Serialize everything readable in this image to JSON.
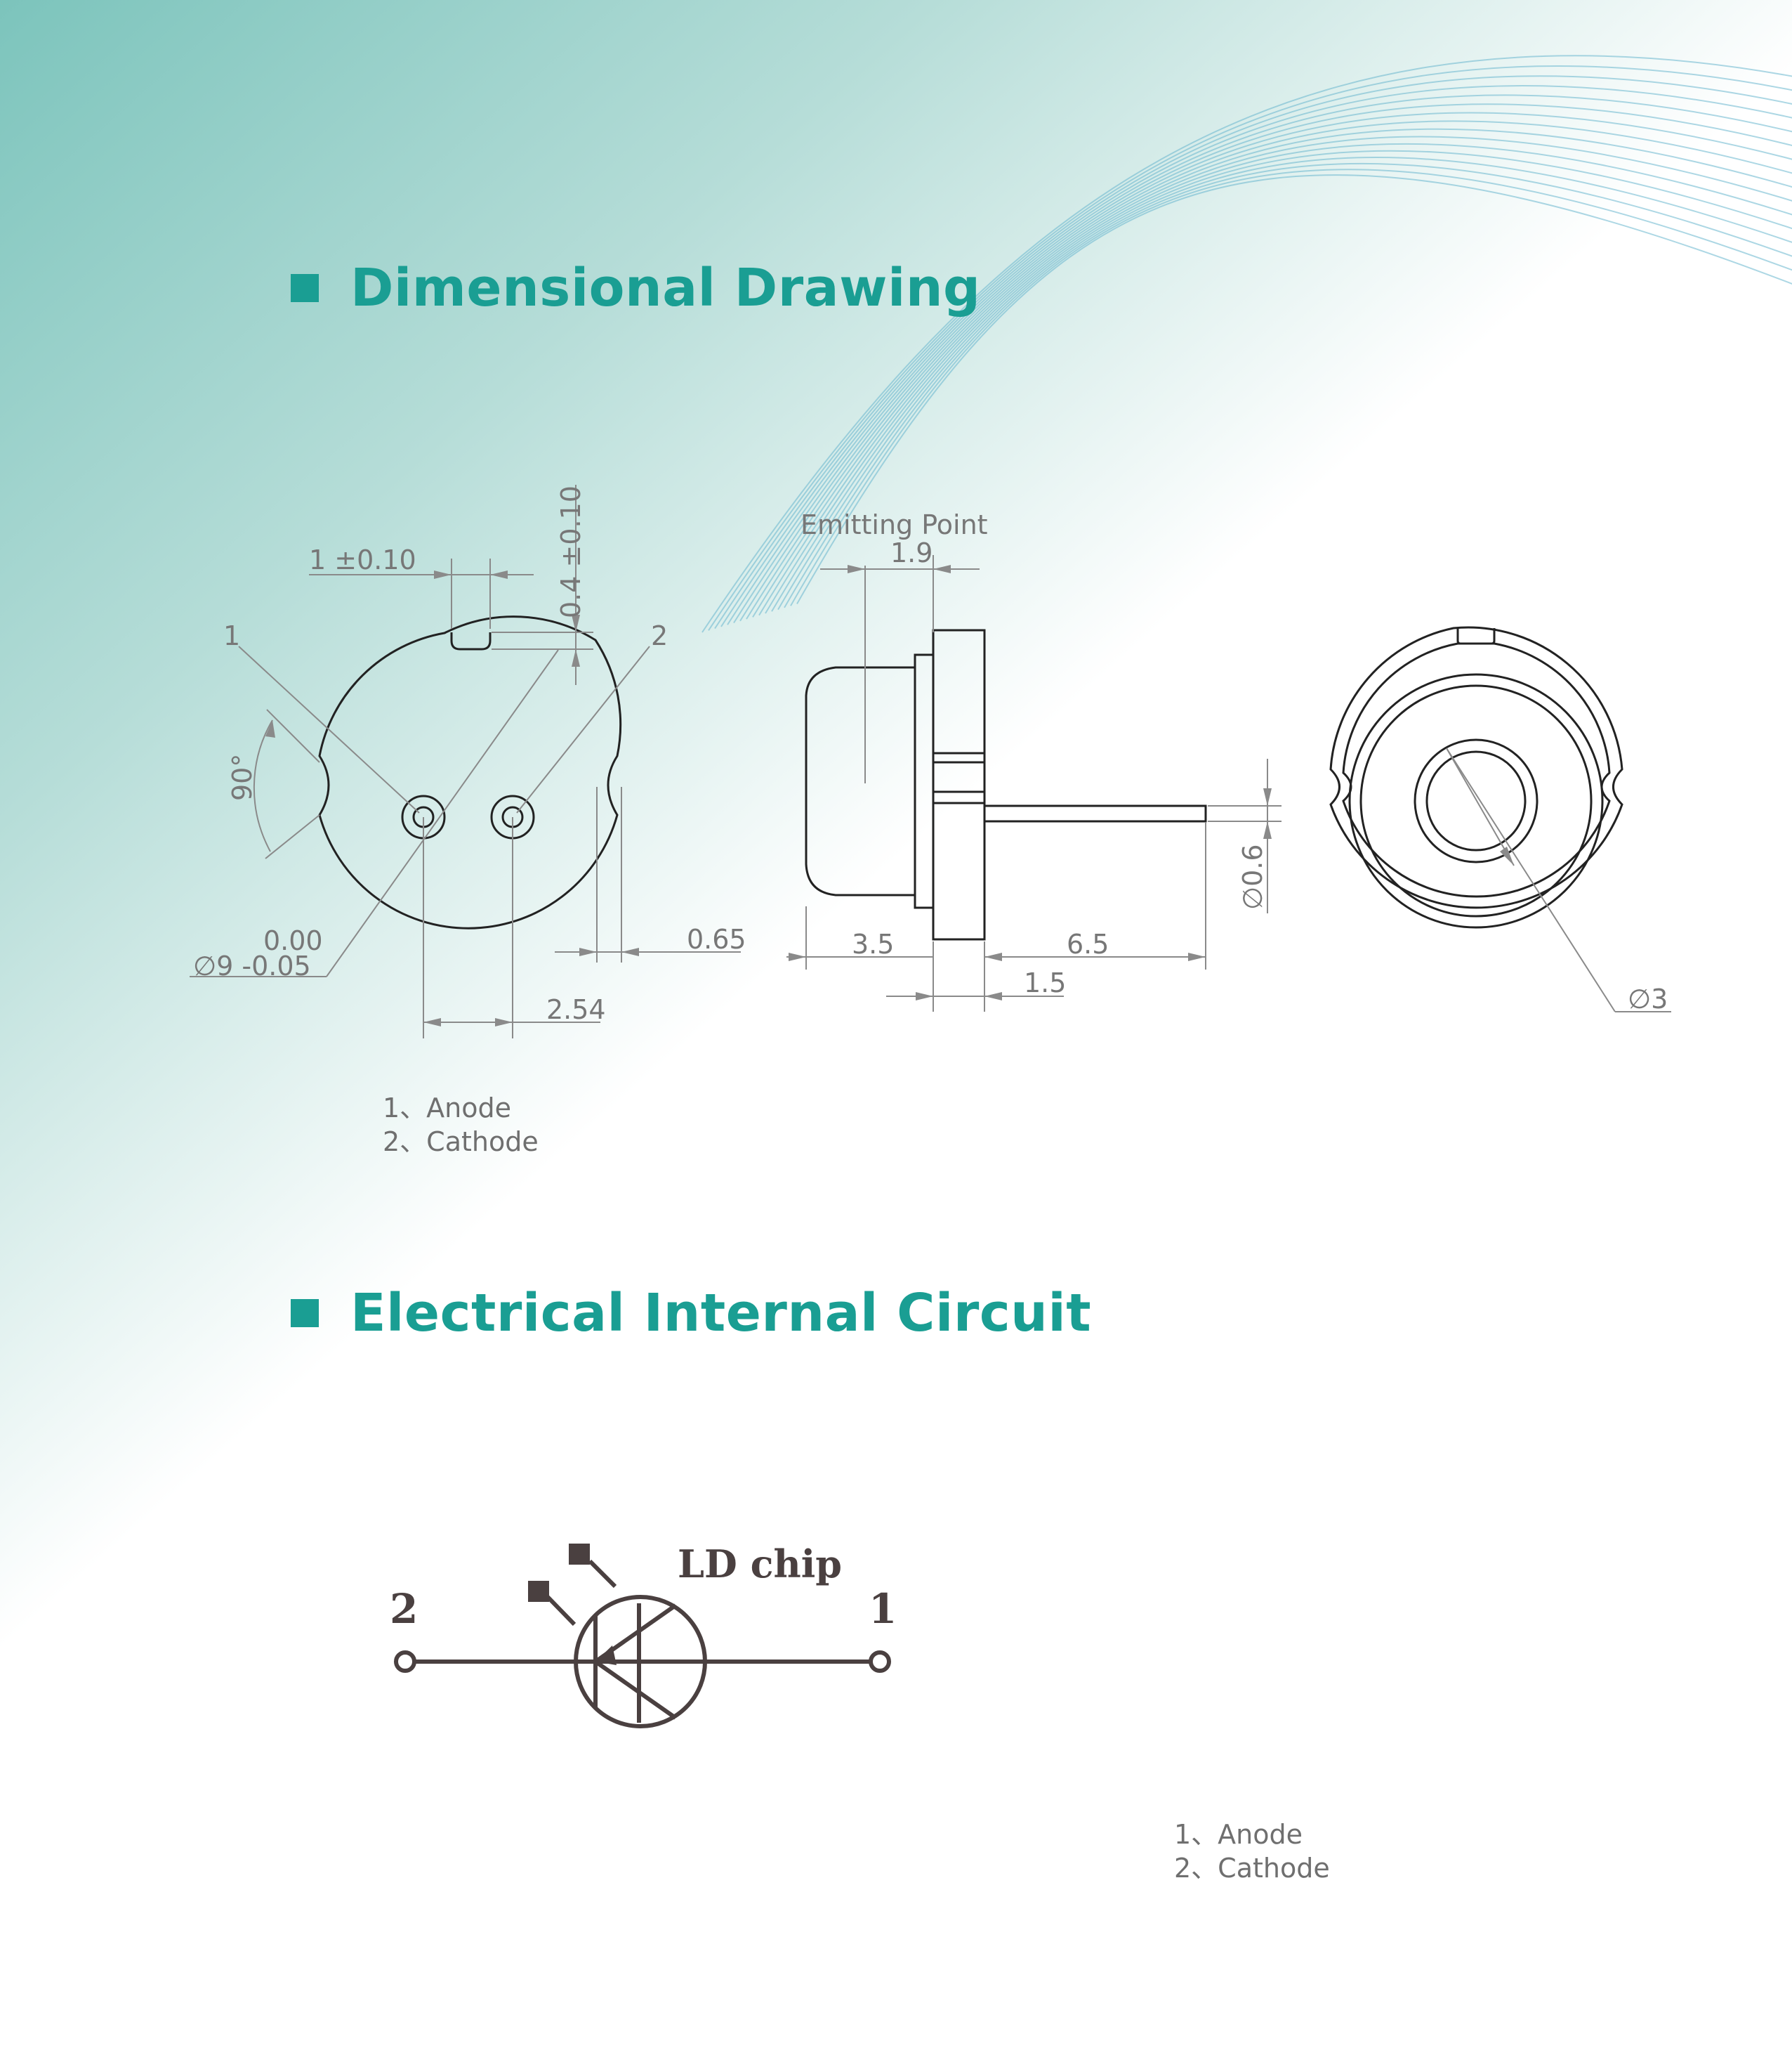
{
  "sections": [
    {
      "title": "Dimensional Drawing"
    },
    {
      "title": "Electrical Internal Circuit"
    }
  ],
  "colors": {
    "accent": "#1a9e93",
    "drawing_line": "#222222",
    "dimension_line": "#8a8a8a",
    "dimension_text": "#777777",
    "circuit": "#4a4040"
  },
  "dimensions": {
    "notch_width": "1 ±0.10",
    "notch_depth": "0.4 ±0.10",
    "pin1": "1",
    "pin2": "2",
    "angle": "90°",
    "tol_upper": "0.00",
    "diameter": "∅9 -0.05",
    "pin_pitch": "2.54",
    "flange_step": "0.65",
    "emitting_label": "Emitting Point",
    "emitting_value": "1.9",
    "cap_length": "3.5",
    "lead_length": "6.5",
    "base_thickness": "1.5",
    "lead_diameter": "∅0.6",
    "window_diameter": "∅3"
  },
  "legend_top": [
    "1、Anode",
    "2、Cathode"
  ],
  "circuit": {
    "chip_label": "LD chip",
    "terminal_left": "2",
    "terminal_right": "1"
  },
  "legend_bottom": [
    "1、Anode",
    "2、Cathode"
  ]
}
